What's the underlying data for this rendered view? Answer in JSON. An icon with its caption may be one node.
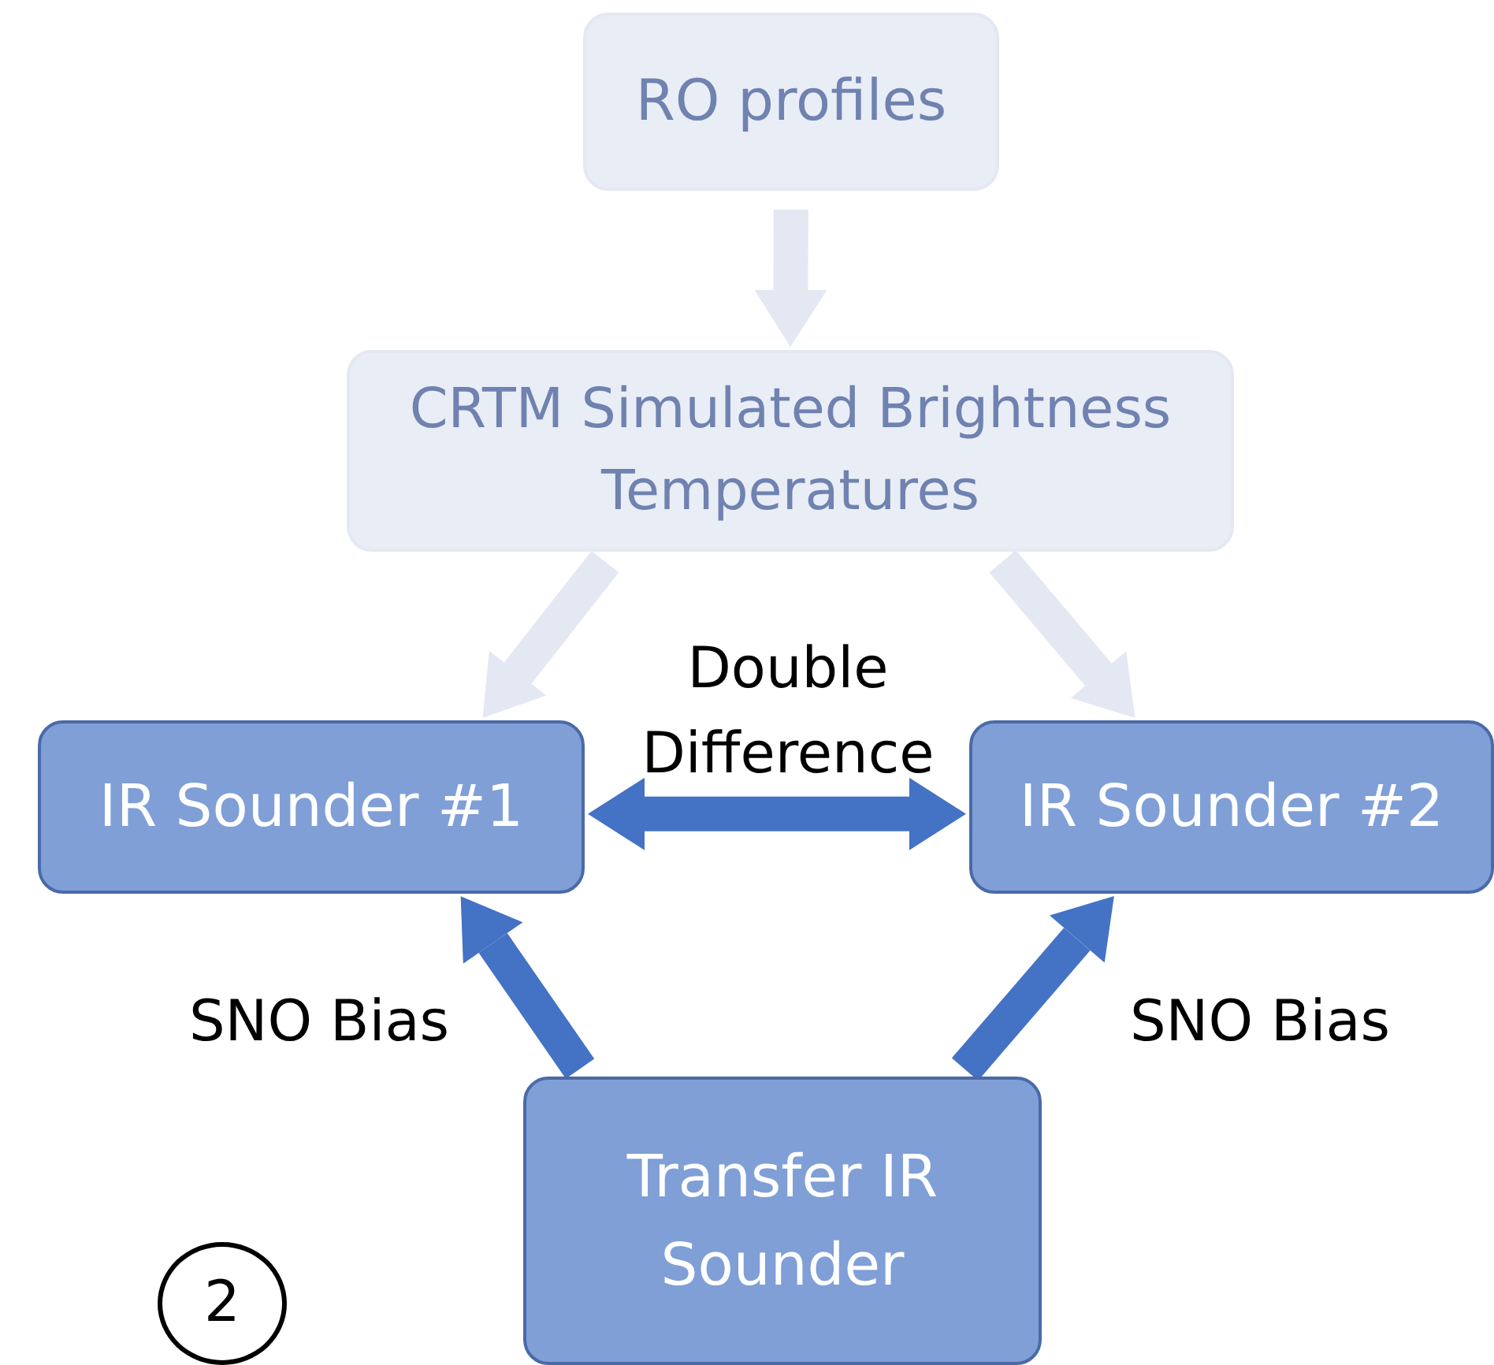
{
  "diagram": {
    "nodes": [
      {
        "text": [
          "RO profiles"
        ]
      },
      {
        "text": [
          "CRTM Simulated Brightness Temperatures"
        ]
      },
      {
        "text": [
          "IR Sounder #1"
        ]
      },
      {
        "text": [
          "IR Sounder #2"
        ]
      },
      {
        "text": [
          "Transfer IR Sounder"
        ]
      },
      {
        "text": [
          "2"
        ]
      }
    ],
    "edges": [
      {
        "from": 0,
        "to": 1,
        "arrow": "to",
        "color": "#e3e8f3"
      },
      {
        "from": 1,
        "to": 2,
        "arrow": "to",
        "color": "#e3e8f3"
      },
      {
        "from": 1,
        "to": 3,
        "arrow": "to",
        "color": "#e3e8f3"
      },
      {
        "from": 2,
        "to": 3,
        "arrow": "both",
        "label": "Double Difference",
        "color": "#4472c4"
      },
      {
        "from": 4,
        "to": 2,
        "arrow": "to",
        "label": "SNO Bias",
        "color": "#4472c4"
      },
      {
        "from": 4,
        "to": 3,
        "arrow": "to",
        "label": "SNO Bias",
        "color": "#4472c4"
      }
    ]
  }
}
